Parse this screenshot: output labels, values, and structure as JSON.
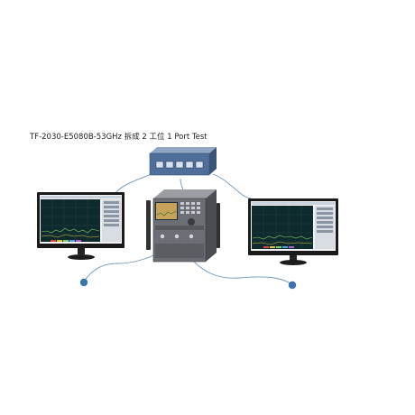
{
  "caption": "TF-2030-E5080B-53GHz 拆成 2 工位 1 Port Test",
  "devices": [
    {
      "name": "network-switch",
      "ports": 5
    },
    {
      "name": "vector-network-analyzer"
    },
    {
      "name": "monitor-left",
      "screen": "analyzer-display"
    },
    {
      "name": "monitor-right",
      "screen": "analyzer-display"
    }
  ],
  "connections": [
    {
      "from": "network-switch",
      "to": "monitor-left",
      "kind": "ethernet"
    },
    {
      "from": "network-switch",
      "to": "monitor-right",
      "kind": "ethernet"
    },
    {
      "from": "network-switch",
      "to": "vector-network-analyzer",
      "kind": "ethernet"
    },
    {
      "from": "vector-network-analyzer",
      "to": "test-port-left",
      "kind": "rf-cable"
    },
    {
      "from": "vector-network-analyzer",
      "to": "test-port-right",
      "kind": "rf-cable"
    }
  ],
  "colors": {
    "cable": "#6e95b8",
    "port": "#3b73ad",
    "switch_body": "#4f6f9a",
    "screen_bg": "#0e2a2c",
    "trace": "#7fd06a"
  }
}
